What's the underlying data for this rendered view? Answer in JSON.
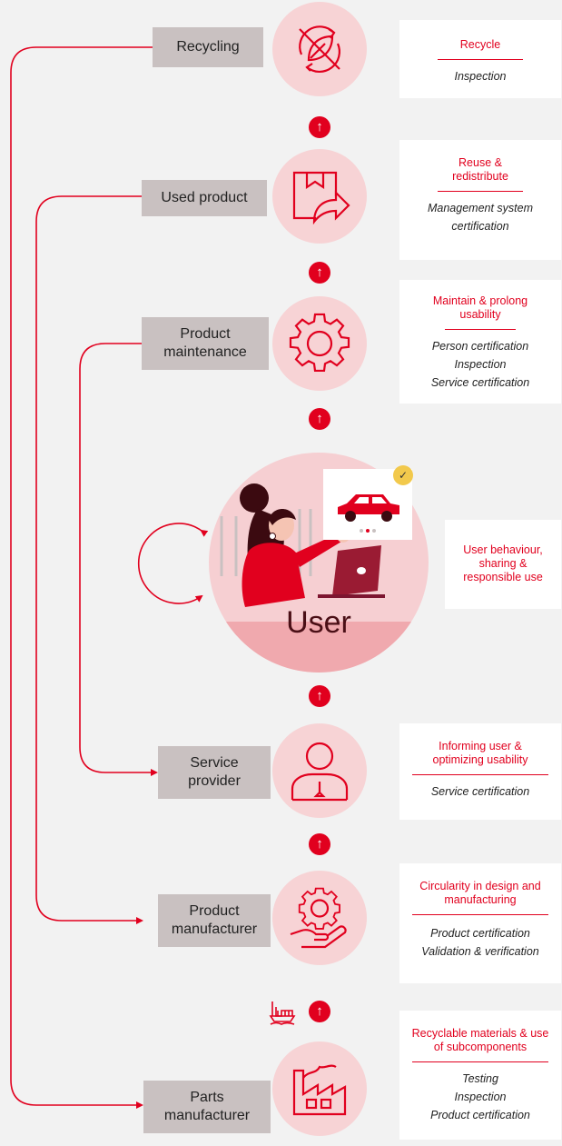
{
  "stages": [
    {
      "id": "recycling",
      "label": "Recycling",
      "icon": "recycle-leaf-icon",
      "category": "Recycle",
      "items": [
        "Inspection"
      ]
    },
    {
      "id": "used-product",
      "label": "Used product",
      "icon": "return-box-icon",
      "category": "Reuse & redistribute",
      "items": [
        "Management system certification"
      ]
    },
    {
      "id": "product-maintenance",
      "label": "Product maintenance",
      "icon": "gear-icon",
      "category": "Maintain & prolong usability",
      "items": [
        "Person certification",
        "Inspection",
        "Service certification"
      ]
    },
    {
      "id": "user",
      "label": "User",
      "icon": "user-illustration",
      "category": "User behaviour, sharing & responsible use",
      "items": []
    },
    {
      "id": "service-provider",
      "label": "Service provider",
      "icon": "person-icon",
      "category": "Informing user & optimizing usability",
      "items": [
        "Service certification"
      ]
    },
    {
      "id": "product-manufacturer",
      "label": "Product manufacturer",
      "icon": "gear-in-hand-icon",
      "category": "Circularity in design and manufacturing",
      "items": [
        "Product certification",
        "Validation & verification"
      ]
    },
    {
      "id": "parts-manufacturer",
      "label": "Parts manufacturer",
      "icon": "factory-icon",
      "category": "Recyclable materials & use of subcomponents",
      "items": [
        "Testing",
        "Inspection",
        "Product certification"
      ]
    }
  ],
  "flow_arrow_glyph": "↑",
  "accent_color": "#e1001e",
  "circle_color": "#f7d3d5",
  "label_bg_color": "#c9c1c1"
}
